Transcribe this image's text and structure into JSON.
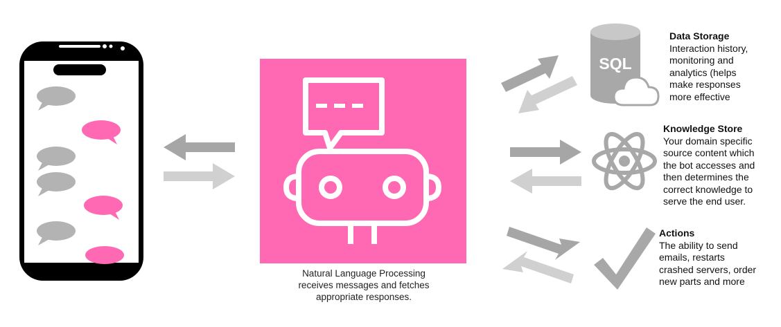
{
  "colors": {
    "pink": "#ff69b4",
    "bubble_gray": "#b3b3b3",
    "arrow_dark": "#a6a6a6",
    "arrow_light": "#d0d0d0",
    "icon_gray": "#a8a8a8",
    "phone_black": "#000000"
  },
  "center": {
    "caption_lines": [
      "Natural Language Processing",
      "receives messages and fetches",
      "appropriate responses."
    ]
  },
  "data_storage": {
    "title": "Data Storage",
    "icon_text": "SQL",
    "desc_lines": [
      "Interaction history,",
      "monitoring and",
      "analytics (helps",
      "make responses",
      "more effective"
    ]
  },
  "knowledge_store": {
    "title": "Knowledge Store",
    "desc_lines": [
      "Your domain specific",
      "source content which",
      "the bot accesses and",
      "then determines the",
      "correct knowledge to",
      "serve the end user."
    ]
  },
  "actions": {
    "title": "Actions",
    "desc_lines": [
      "The ability to send",
      "emails, restarts",
      "crashed servers, order",
      "new parts and more"
    ]
  },
  "icons": {
    "phone": "smartphone-chat-icon",
    "bot": "chatbot-robot-icon",
    "database": "sql-database-cloud-icon",
    "knowledge": "atom-icon",
    "actions": "checkmark-icon"
  }
}
